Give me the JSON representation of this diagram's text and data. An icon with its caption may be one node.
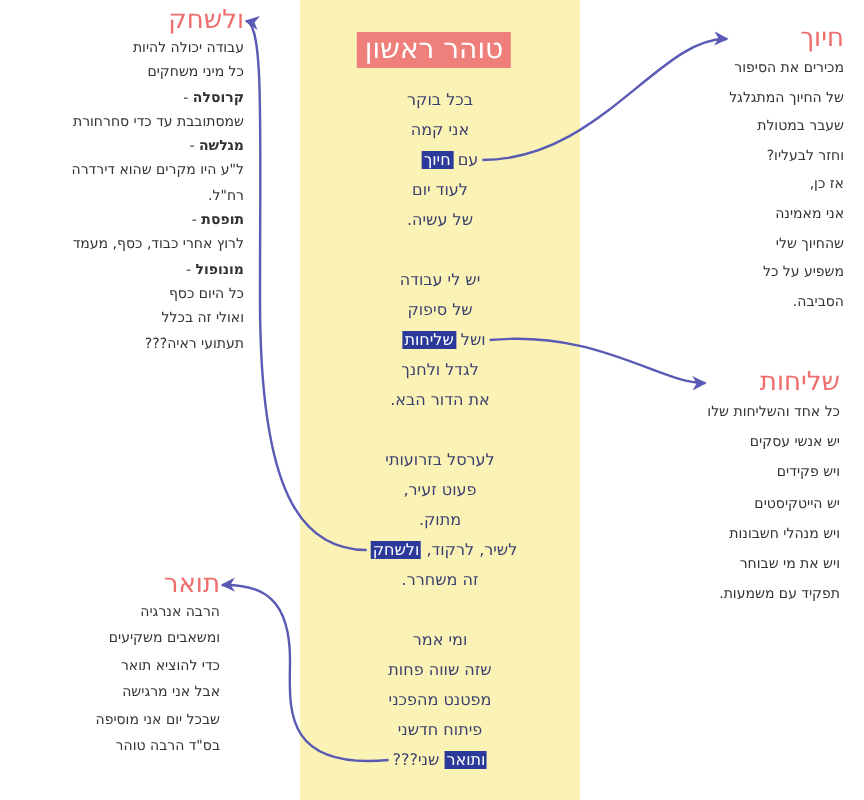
{
  "diagram": {
    "nodes": [
      {
        "text": [
          "טוהר ראשון"
        ]
      },
      {
        "text": [
          "עם",
          "חיוך"
        ]
      },
      {
        "text": [
          "ושל",
          "שליחות"
        ]
      },
      {
        "text": [
          "לשיר, לרקוד,",
          "ולשחק"
        ]
      },
      {
        "text": [
          "ותואר",
          "שני???"
        ]
      },
      {
        "text": [
          "חיוך",
          "מכירים את הסיפור",
          "של החיוך המתגלגל",
          "שעבר במטולת",
          "וחזר לבעליו?",
          "אז כן,",
          "אני מאמינה",
          "שהחיוך שלי",
          "משפיע על כל",
          "הסביבה."
        ]
      },
      {
        "text": [
          "שליחות",
          "כל אחד והשליחות שלו",
          "יש אנשי עסקים",
          "ויש פקידים",
          "יש הייטקיסטים",
          "ויש מנהלי חשבונות",
          "ויש את מי שבוחר",
          "תפקיד עם משמעות."
        ]
      },
      {
        "text": [
          "ולשחק",
          "עבודה יכולה להיות",
          "כל מיני משחקים",
          "**קרוסלה** -",
          "שמסתובבת עד כדי סחרחורת",
          "**מגלשה** -",
          "ל\"ע היו מקרים שהוא דירדרה",
          "רח\"ל.",
          "**תופסת** -",
          "לרוץ אחרי כבוד, כסף, מעמד",
          "**מונופול** -",
          "כל היום כסף",
          "ואולי זה בכלל",
          "תעתועי ראיה???"
        ]
      },
      {
        "text": [
          "תואר",
          "הרבה אנרגיה",
          "ומשאבים משקיעים",
          "כדי להוציא תואר",
          "אבל אני מרגישה",
          "שבכל יום אני מוסיפה",
          "בס\"ד הרבה טוהר"
        ]
      }
    ],
    "edges": [
      {
        "from": 1,
        "to": 5,
        "arrow": "to"
      },
      {
        "from": 2,
        "to": 6,
        "arrow": "to"
      },
      {
        "from": 3,
        "to": 7,
        "arrow": "to"
      },
      {
        "from": 4,
        "to": 8,
        "arrow": "to"
      }
    ],
    "labels": [
      "בכל בוקר",
      "אני קמה",
      "לעוד יום",
      "של עשיה.",
      "יש לי עבודה",
      "של סיפוק",
      "לגדל ולחנך",
      "את הדור הבא.",
      "לערסל בזרועותי",
      "פעוט זעיר,",
      "מתוק.",
      "זה משחרר.",
      "ומי אמר",
      "שזה שווה פחות",
      "מפטנט מהפכני",
      "פיתוח חדשני"
    ]
  }
}
